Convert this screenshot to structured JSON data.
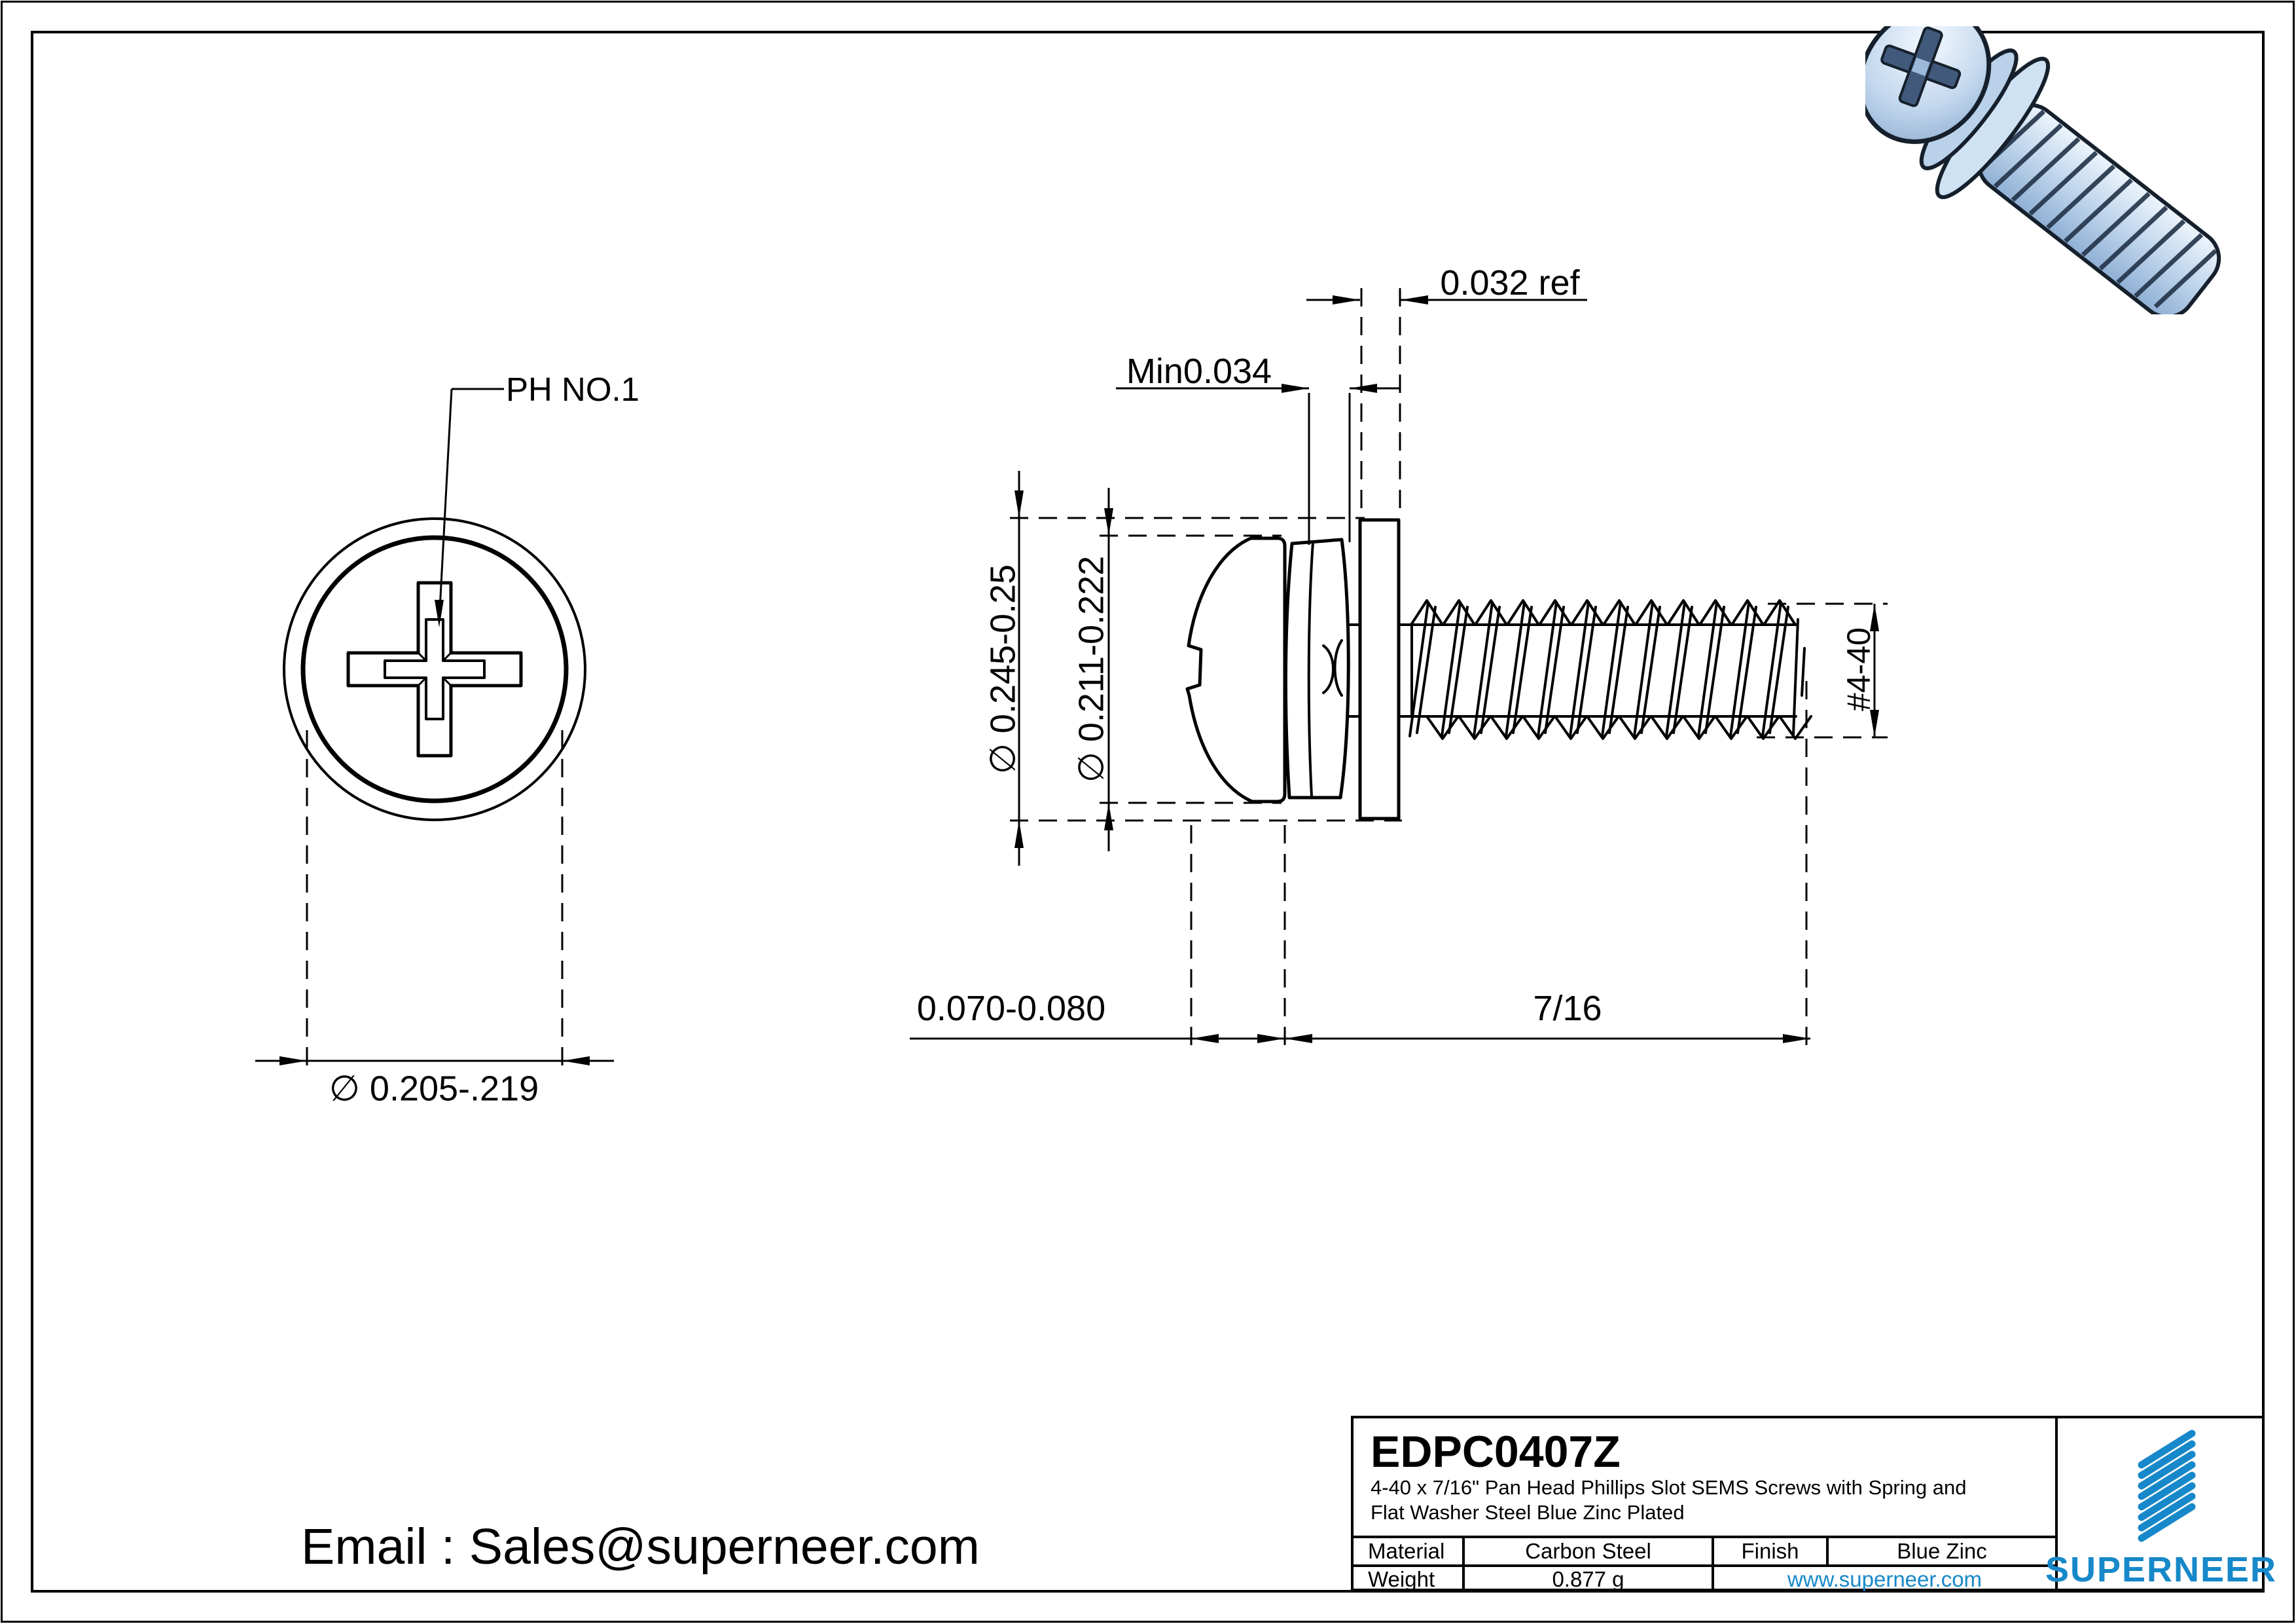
{
  "page": {
    "background": "#ffffff",
    "line_color": "#000000",
    "accent_blue": "#1788c9"
  },
  "top_view": {
    "label": "PH NO.1",
    "diameter_dim": "∅ 0.205-.219"
  },
  "side_view": {
    "washer_thickness": "0.032 ref",
    "spring_washer_min": "Min0.034",
    "washer_od": "∅ 0.245-0.25",
    "head_diameter": "∅ 0.211-0.222",
    "thread_size": "#4-40",
    "head_height": "0.070-0.080",
    "thread_length": "7/16"
  },
  "footer": {
    "email": "Email : Sales@superneer.com"
  },
  "title_block": {
    "part_number": "EDPC0407Z",
    "description_lines": [
      "4-40 x 7/16\" Pan Head Phillips Slot SEMS Screws with Spring and",
      "Flat Washer Steel Blue Zinc Plated"
    ],
    "material_label": "Material",
    "material_value": "Carbon Steel",
    "finish_label": "Finish",
    "finish_value": "Blue Zinc",
    "weight_label": "Weight",
    "weight_value": "0.877 g",
    "website": "www.superneer.com",
    "brand": "SUPERNEER"
  }
}
